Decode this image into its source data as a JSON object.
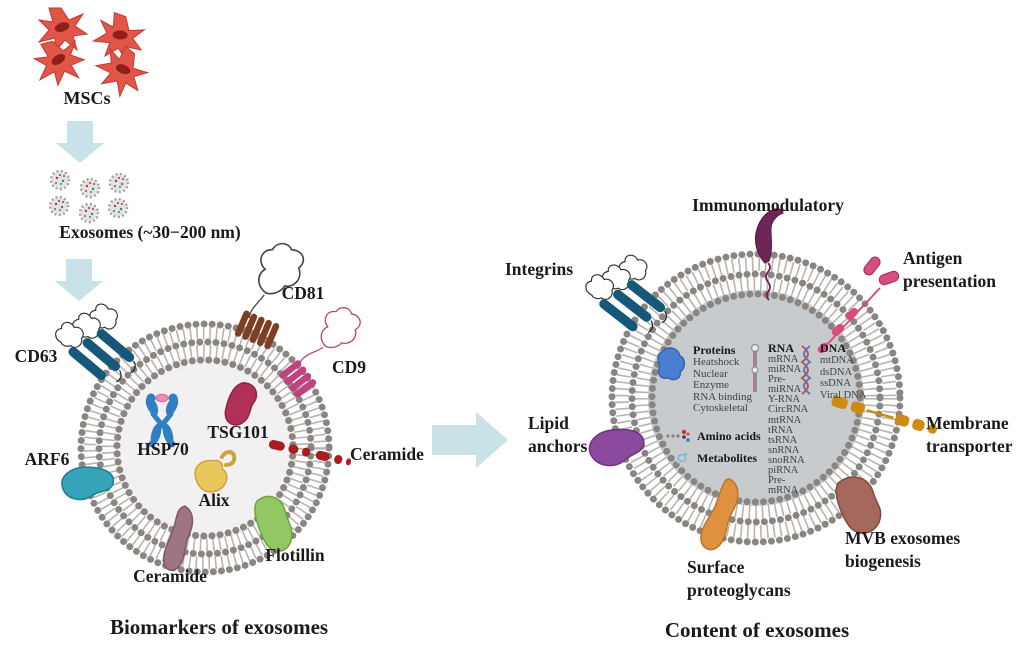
{
  "left": {
    "msc_label": "MSCs",
    "exosomes_label": "Exosomes (~30−200 nm)",
    "title": "Biomarkers of exosomes",
    "markers": {
      "cd63": "CD63",
      "cd81": "CD81",
      "cd9": "CD9",
      "arf6": "ARF6",
      "hsp70": "HSP70",
      "tsg101": "TSG101",
      "alix": "Alix",
      "ceramide_membrane": "Ceramide",
      "flotillin": "Flotillin",
      "ceramide_bottom": "Ceramide"
    }
  },
  "right": {
    "title": "Content of exosomes",
    "surface_labels": {
      "immunomodulatory": "Immunomodulatory",
      "integrins": "Integrins",
      "antigen_line1": "Antigen",
      "antigen_line2": "presentation",
      "membrane_line1": "Membrane",
      "membrane_line2": "transporter",
      "lipid_line1": "Lipid",
      "lipid_line2": "anchors",
      "surface_line1": "Surface",
      "surface_line2": "proteoglycans",
      "mvb_line1": "MVB exosomes",
      "mvb_line2": "biogenesis"
    },
    "content": {
      "proteins_header": "Proteins",
      "proteins_items": [
        "Heatshock",
        "Nuclear",
        "Enzyme",
        "RNA binding",
        "Cytoskeletal"
      ],
      "amino_acids": "Amino acids",
      "metabolites": "Metabolites",
      "rna_header": "RNA",
      "rna_items": [
        "mRNA",
        "miRNA",
        "Pre-",
        "miRNA",
        "Y-RNA",
        "CircRNA",
        "mtRNA",
        "tRNA",
        "tsRNA",
        "snRNA",
        "snoRNA",
        "piRNA",
        "Pre-",
        "mRNA"
      ],
      "dna_header": "DNA",
      "dna_items": [
        "mtDNA",
        "dsDNA",
        "ssDNA",
        "Viral DNA"
      ]
    }
  },
  "colors": {
    "msc_body": "#e25549",
    "msc_nucleus": "#8f1f1b",
    "arrow": "#c9e2e8",
    "membrane_bead": "#8a8580",
    "membrane_tail": "#b8b4b0",
    "left_lumen": "#f2f0f0",
    "right_lumen": "#c7cbce",
    "cd63_integrin": "#16587a",
    "cd81": "#7d3f24",
    "cd9": "#c2417f",
    "arf6": "#35a3b8",
    "hsp70": "#2f7fc1",
    "hsp70_top": "#f08bb5",
    "tsg101": "#b03058",
    "alix": "#e9c75b",
    "ceramide": "#a81d1d",
    "flotillin": "#93c763",
    "ceramide_bottom": "#9e7580",
    "immunomodulatory": "#6e2455",
    "antigen": "#d84d80",
    "transporter": "#cf8a12",
    "lipid_anchors": "#8b4a9e",
    "surface_proteoglycans": "#e0913f",
    "mvb": "#a5685c",
    "proteins_blob": "#4a7fd0",
    "text": "#1a1a1a"
  }
}
